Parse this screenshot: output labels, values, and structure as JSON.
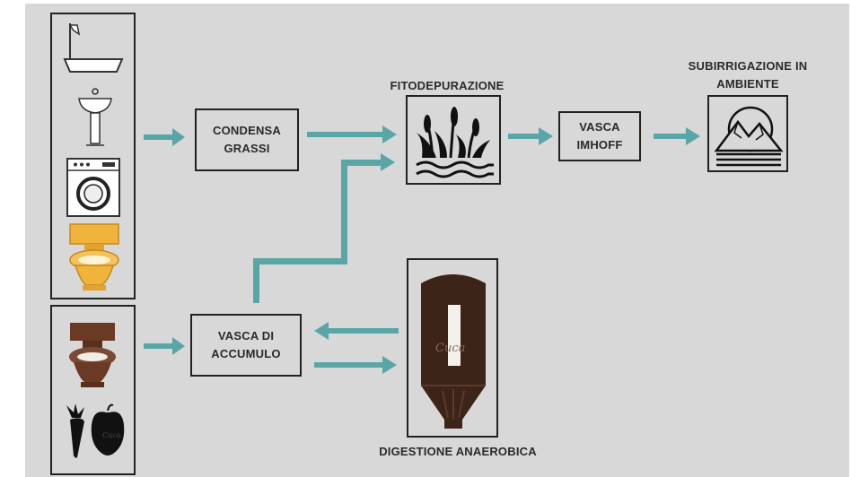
{
  "diagram": {
    "nodes": {
      "condensa_grassi": "CONDENSA\nGRASSI",
      "fitodepurazione": "FITODEPURAZIONE",
      "vasca_imhoff": "VASCA\nIMHOFF",
      "subirrigazione": "SUBIRRIGAZIONE IN\nAMBIENTE",
      "vasca_accumulo": "VASCA DI\nACCUMULO",
      "digestione": "DIGESTIONE ANAEROBICA"
    },
    "icons": {
      "grey_water_sources": [
        "shower-bathtub-icon",
        "sink-icon",
        "washing-machine-icon",
        "toilet-yellow-icon"
      ],
      "black_water_sources": [
        "toilet-brown-icon",
        "vegetables-icon"
      ],
      "fitodepurazione": "reeds-water-icon",
      "subirrigazione": "mountains-sun-icon",
      "digestione": "digester-silo-icon"
    },
    "colors": {
      "arrow": "#5aa6a6",
      "background": "#d8d8d8",
      "stroke": "#222222",
      "toilet_yellow": "#f0b43c",
      "brown": "#6b3a24"
    }
  }
}
